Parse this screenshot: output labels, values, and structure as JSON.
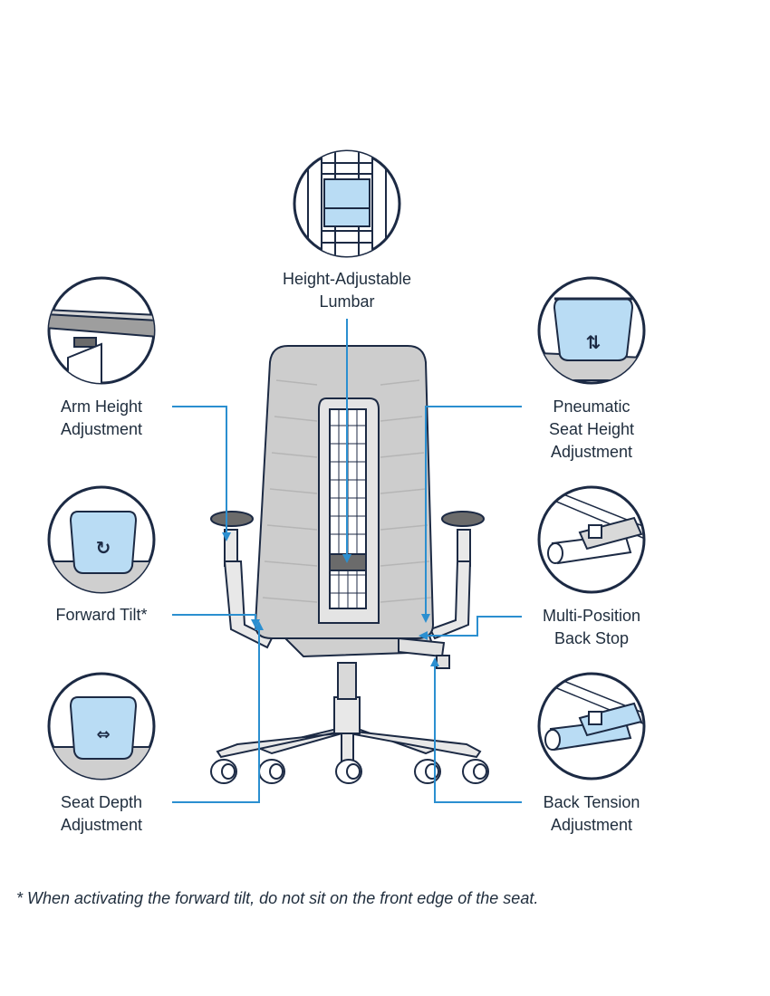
{
  "callouts": {
    "lumbar": [
      "Height-Adjustable",
      "Lumbar"
    ],
    "arm_height": [
      "Arm Height",
      "Adjustment"
    ],
    "seat_height": [
      "Pneumatic",
      "Seat Height",
      "Adjustment"
    ],
    "forward_tilt": [
      "Forward Tilt*"
    ],
    "back_stop": [
      "Multi-Position",
      "Back Stop"
    ],
    "seat_depth": [
      "Seat Depth",
      "Adjustment"
    ],
    "back_tension": [
      "Back Tension",
      "Adjustment"
    ]
  },
  "footnote": "* When activating the forward tilt, do not sit on the front edge of the seat.",
  "colors": {
    "leader_line": "#2b8fd0",
    "outline": "#1c2a44",
    "highlight": "#b9dcf4",
    "frame": "#d3d3d3"
  }
}
